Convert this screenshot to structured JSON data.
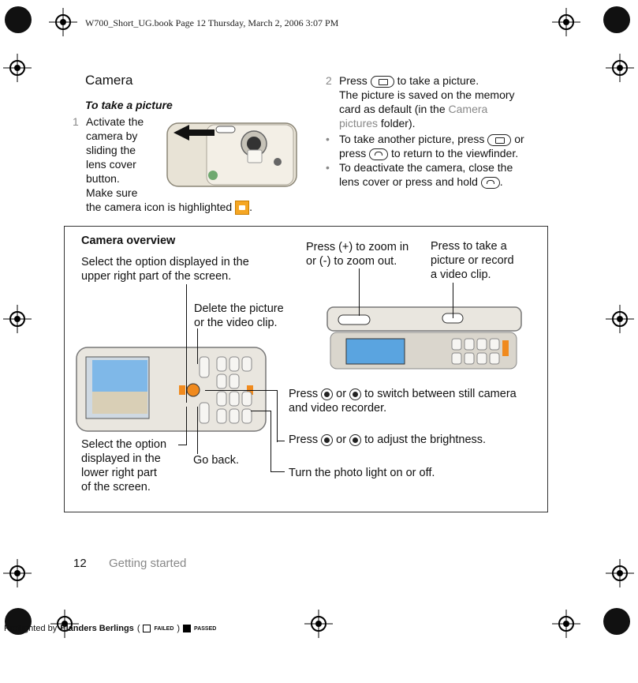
{
  "print_header": "W700_Short_UG.book  Page 12  Thursday, March 2, 2006  3:07 PM",
  "section_title": "Camera",
  "subheading": "To take a picture",
  "step1": {
    "number": "1",
    "lines": [
      "Activate the",
      "camera by",
      "sliding the",
      "lens cover",
      "button.",
      "Make sure"
    ],
    "last_line": "the camera icon is highlighted"
  },
  "step2": {
    "number": "2",
    "line1_before": "Press",
    "line1_after": "to take a picture.",
    "line2": "The picture is saved on the memory",
    "line3_before": "card as default (in the",
    "line3_highlight": "Camera",
    "line4_highlight": "pictures",
    "line4_after": "folder)."
  },
  "bullets": [
    {
      "a": "To take another picture, press",
      "b": "or",
      "c": "press",
      "d": "to return to the viewfinder."
    },
    {
      "a": "To deactivate the camera, close the",
      "b": "lens cover or press and hold"
    }
  ],
  "overview": {
    "title": "Camera overview",
    "upper_right": [
      "Select the option displayed in the",
      "upper right part of the screen."
    ],
    "delete": [
      "Delete the picture",
      "or the video clip."
    ],
    "zoom": [
      "Press (+) to zoom in",
      "or (-) to zoom out."
    ],
    "take": [
      "Press to take a",
      "picture or record",
      "a video clip."
    ],
    "switch": {
      "a": "Press",
      "b": "or",
      "c": "to switch between still camera",
      "d": "and video recorder."
    },
    "brightness": {
      "a": "Press",
      "b": "or",
      "c": "to adjust the brightness."
    },
    "light": "Turn the photo light on or off.",
    "lower_right": [
      "Select the option",
      "displayed in the",
      "lower right part",
      "of the screen."
    ],
    "go_back": "Go back."
  },
  "footer": {
    "page_number": "12",
    "section": "Getting started"
  },
  "preflight": {
    "label": "Preflighted by",
    "brand": "Elanders Berlings",
    "failed": "FAILED",
    "passed": "PASSED"
  }
}
